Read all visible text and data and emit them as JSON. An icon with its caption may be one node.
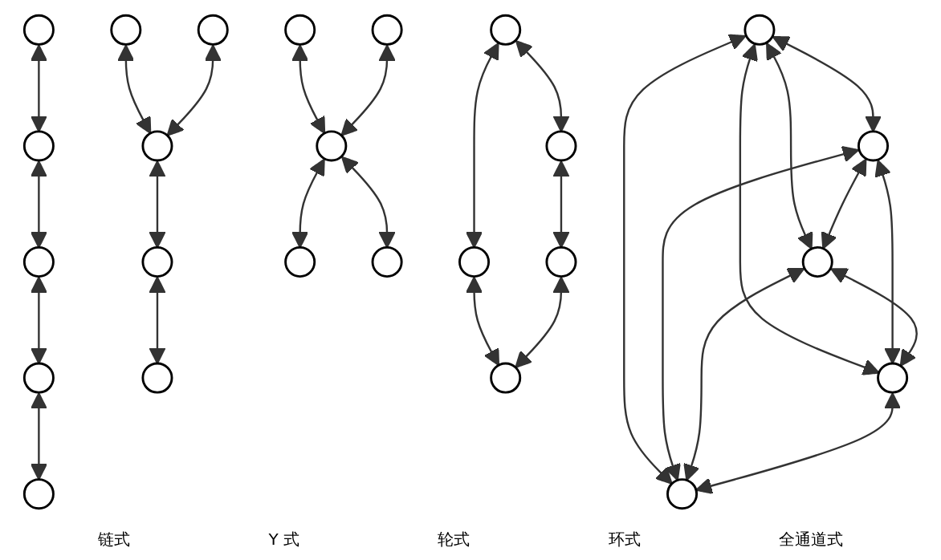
{
  "diagram": {
    "nodes": [
      {
        "text": [],
        "shape": "circle"
      },
      {
        "text": [],
        "shape": "circle"
      },
      {
        "text": [],
        "shape": "circle"
      },
      {
        "text": [],
        "shape": "circle"
      },
      {
        "text": [],
        "shape": "circle"
      },
      {
        "text": [],
        "shape": "circle"
      },
      {
        "text": [],
        "shape": "circle"
      },
      {
        "text": [],
        "shape": "circle"
      },
      {
        "text": [],
        "shape": "circle"
      },
      {
        "text": [],
        "shape": "circle"
      },
      {
        "text": [],
        "shape": "circle"
      },
      {
        "text": [],
        "shape": "circle"
      },
      {
        "text": [],
        "shape": "circle"
      },
      {
        "text": [],
        "shape": "circle"
      },
      {
        "text": [],
        "shape": "circle"
      },
      {
        "text": [],
        "shape": "circle"
      },
      {
        "text": [],
        "shape": "circle"
      },
      {
        "text": [],
        "shape": "circle"
      },
      {
        "text": [],
        "shape": "circle"
      },
      {
        "text": [],
        "shape": "circle"
      },
      {
        "text": [],
        "shape": "circle"
      },
      {
        "text": [],
        "shape": "circle"
      },
      {
        "text": [],
        "shape": "circle"
      },
      {
        "text": [],
        "shape": "circle"
      },
      {
        "text": [],
        "shape": "circle"
      }
    ],
    "edges": [
      {
        "from": 0,
        "to": 1,
        "arrow": "both"
      },
      {
        "from": 1,
        "to": 2,
        "arrow": "both"
      },
      {
        "from": 2,
        "to": 3,
        "arrow": "both"
      },
      {
        "from": 3,
        "to": 4,
        "arrow": "both"
      },
      {
        "from": 5,
        "to": 7,
        "arrow": "both"
      },
      {
        "from": 6,
        "to": 7,
        "arrow": "both"
      },
      {
        "from": 7,
        "to": 8,
        "arrow": "both"
      },
      {
        "from": 8,
        "to": 9,
        "arrow": "both"
      },
      {
        "from": 10,
        "to": 12,
        "arrow": "both"
      },
      {
        "from": 11,
        "to": 12,
        "arrow": "both"
      },
      {
        "from": 12,
        "to": 13,
        "arrow": "both"
      },
      {
        "from": 12,
        "to": 14,
        "arrow": "both"
      },
      {
        "from": 15,
        "to": 16,
        "arrow": "both"
      },
      {
        "from": 15,
        "to": 17,
        "arrow": "both"
      },
      {
        "from": 16,
        "to": 18,
        "arrow": "both"
      },
      {
        "from": 17,
        "to": 19,
        "arrow": "both"
      },
      {
        "from": 18,
        "to": 19,
        "arrow": "both"
      },
      {
        "from": 20,
        "to": 21,
        "arrow": "both"
      },
      {
        "from": 20,
        "to": 22,
        "arrow": "both"
      },
      {
        "from": 20,
        "to": 23,
        "arrow": "both"
      },
      {
        "from": 20,
        "to": 24,
        "arrow": "both"
      },
      {
        "from": 21,
        "to": 22,
        "arrow": "both"
      },
      {
        "from": 21,
        "to": 23,
        "arrow": "both"
      },
      {
        "from": 21,
        "to": 24,
        "arrow": "both"
      },
      {
        "from": 22,
        "to": 23,
        "arrow": "both"
      },
      {
        "from": 22,
        "to": 24,
        "arrow": "both"
      },
      {
        "from": 23,
        "to": 24,
        "arrow": "both"
      }
    ],
    "labels": [
      "链式",
      "Y 式",
      "轮式",
      "环式",
      "全通道式"
    ]
  }
}
